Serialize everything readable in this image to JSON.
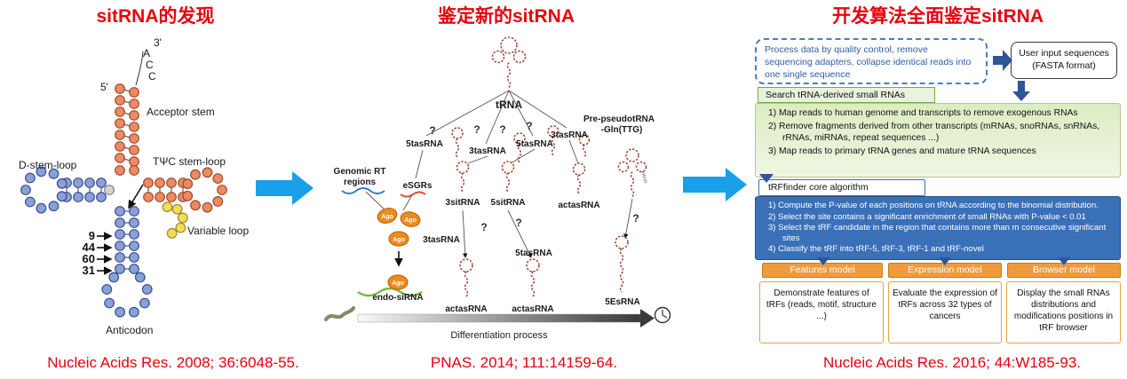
{
  "titles": {
    "left": "sitRNA的发现",
    "middle": "鉴定新的sitRNA",
    "right": "开发算法全面鉴定sitRNA"
  },
  "citations": {
    "left": "Nucleic Acids Res. 2008; 36:6048-55.",
    "middle": "PNAS. 2014; 111:14159-64.",
    "right": "Nucleic Acids Res. 2016; 44:W185-93."
  },
  "trna_structure": {
    "three_prime": "3'",
    "five_prime": "5'",
    "acc": [
      "A",
      "C",
      "C"
    ],
    "acceptor_stem": "Acceptor stem",
    "tpc_stem_loop": "TΨC stem-loop",
    "d_stem_loop": "D-stem-loop",
    "variable_loop": "Variable loop",
    "anticodon": "Anticodon",
    "positions": [
      "9",
      "44",
      "60",
      "31"
    ]
  },
  "pathway": {
    "trna": "tRNA",
    "question_mark": "?",
    "tas5": "5tasRNA",
    "tas3": "3tasRNA",
    "pre_pseudo_line1": "Pre-pseudotRNA",
    "pre_pseudo_line2": "-Gln(TTG)",
    "genomic_rt_line1": "Genomic RT",
    "genomic_rt_line2": "regions",
    "esgrs": "eSGRs",
    "sit3": "3sitRNA",
    "sit5": "5sitRNA",
    "actas": "actasRNA",
    "ago": "Ago",
    "endo_sirna": "endo-siRNA",
    "esrna5": "5EsRNA",
    "intron": "intron",
    "diff_process": "Differentiation process"
  },
  "flowchart": {
    "preprocess": "Process data by quality control, remove sequencing adapters, collapse identical reads into one single sequence",
    "user_input_line1": "User input sequences",
    "user_input_line2": "(FASTA format)",
    "search_header": "Search tRNA-derived small RNAs",
    "search_steps": [
      "1) Map reads to human genome and transcripts to remove exogenous RNAs",
      "2) Remove fragments derived from other transcripts (mRNAs, snoRNAs, snRNAs, rRNAs, miRNAs, repeat sequences ...)",
      "3) Map reads to primary tRNA genes and mature tRNA sequences"
    ],
    "core_header": "tRFfinder core algorithm",
    "core_steps": [
      "1) Compute the P-value of each positions on tRNA according to the binomial distribution.",
      "2) Select the site contains a significant enrichment of small RNAs with P-value < 0.01",
      "3) Select the tRF candidate in the region that contains more than m consecutive significant sites",
      "4) Classify the tRF into tRF-5, tRF-3, tRF-1 and tRF-novel"
    ],
    "models": [
      {
        "header": "Features model",
        "body": "Demonstrate features of tRFs (reads, motif, structure ...)"
      },
      {
        "header": "Expression model",
        "body": "Evaluate the expression of tRFs across 32 types of cancers"
      },
      {
        "header": "Browser model",
        "body": "Display the small RNAs distributions and modifications positions in tRF browser"
      }
    ]
  }
}
